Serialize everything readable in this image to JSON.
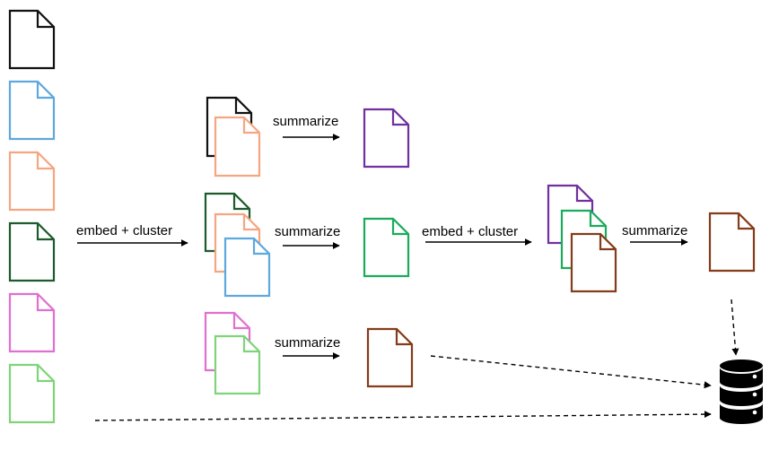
{
  "labels": {
    "embed_cluster": "embed + cluster",
    "summarize": "summarize"
  },
  "colors": {
    "black": "#111111",
    "blue": "#5ea8dc",
    "peach": "#f4a683",
    "dark_green": "#1d5a2d",
    "pink": "#e070d0",
    "light_green": "#7fd47a",
    "purple": "#7030a0",
    "green": "#1aab5c",
    "brown": "#843c1a",
    "arrow": "#000000",
    "database": "#000000"
  },
  "icons": {
    "document": "document-icon",
    "database": "database-icon"
  },
  "documents": {
    "leaf": [
      "black",
      "blue",
      "peach",
      "dark_green",
      "pink",
      "light_green"
    ],
    "cluster_1": [
      "black",
      "peach"
    ],
    "cluster_2": [
      "dark_green",
      "peach",
      "blue"
    ],
    "cluster_3": [
      "pink",
      "light_green"
    ],
    "summaries_level_1": [
      "purple",
      "green",
      "brown"
    ],
    "cluster_level_2": [
      "purple",
      "green",
      "brown"
    ],
    "summary_level_2": "brown"
  }
}
